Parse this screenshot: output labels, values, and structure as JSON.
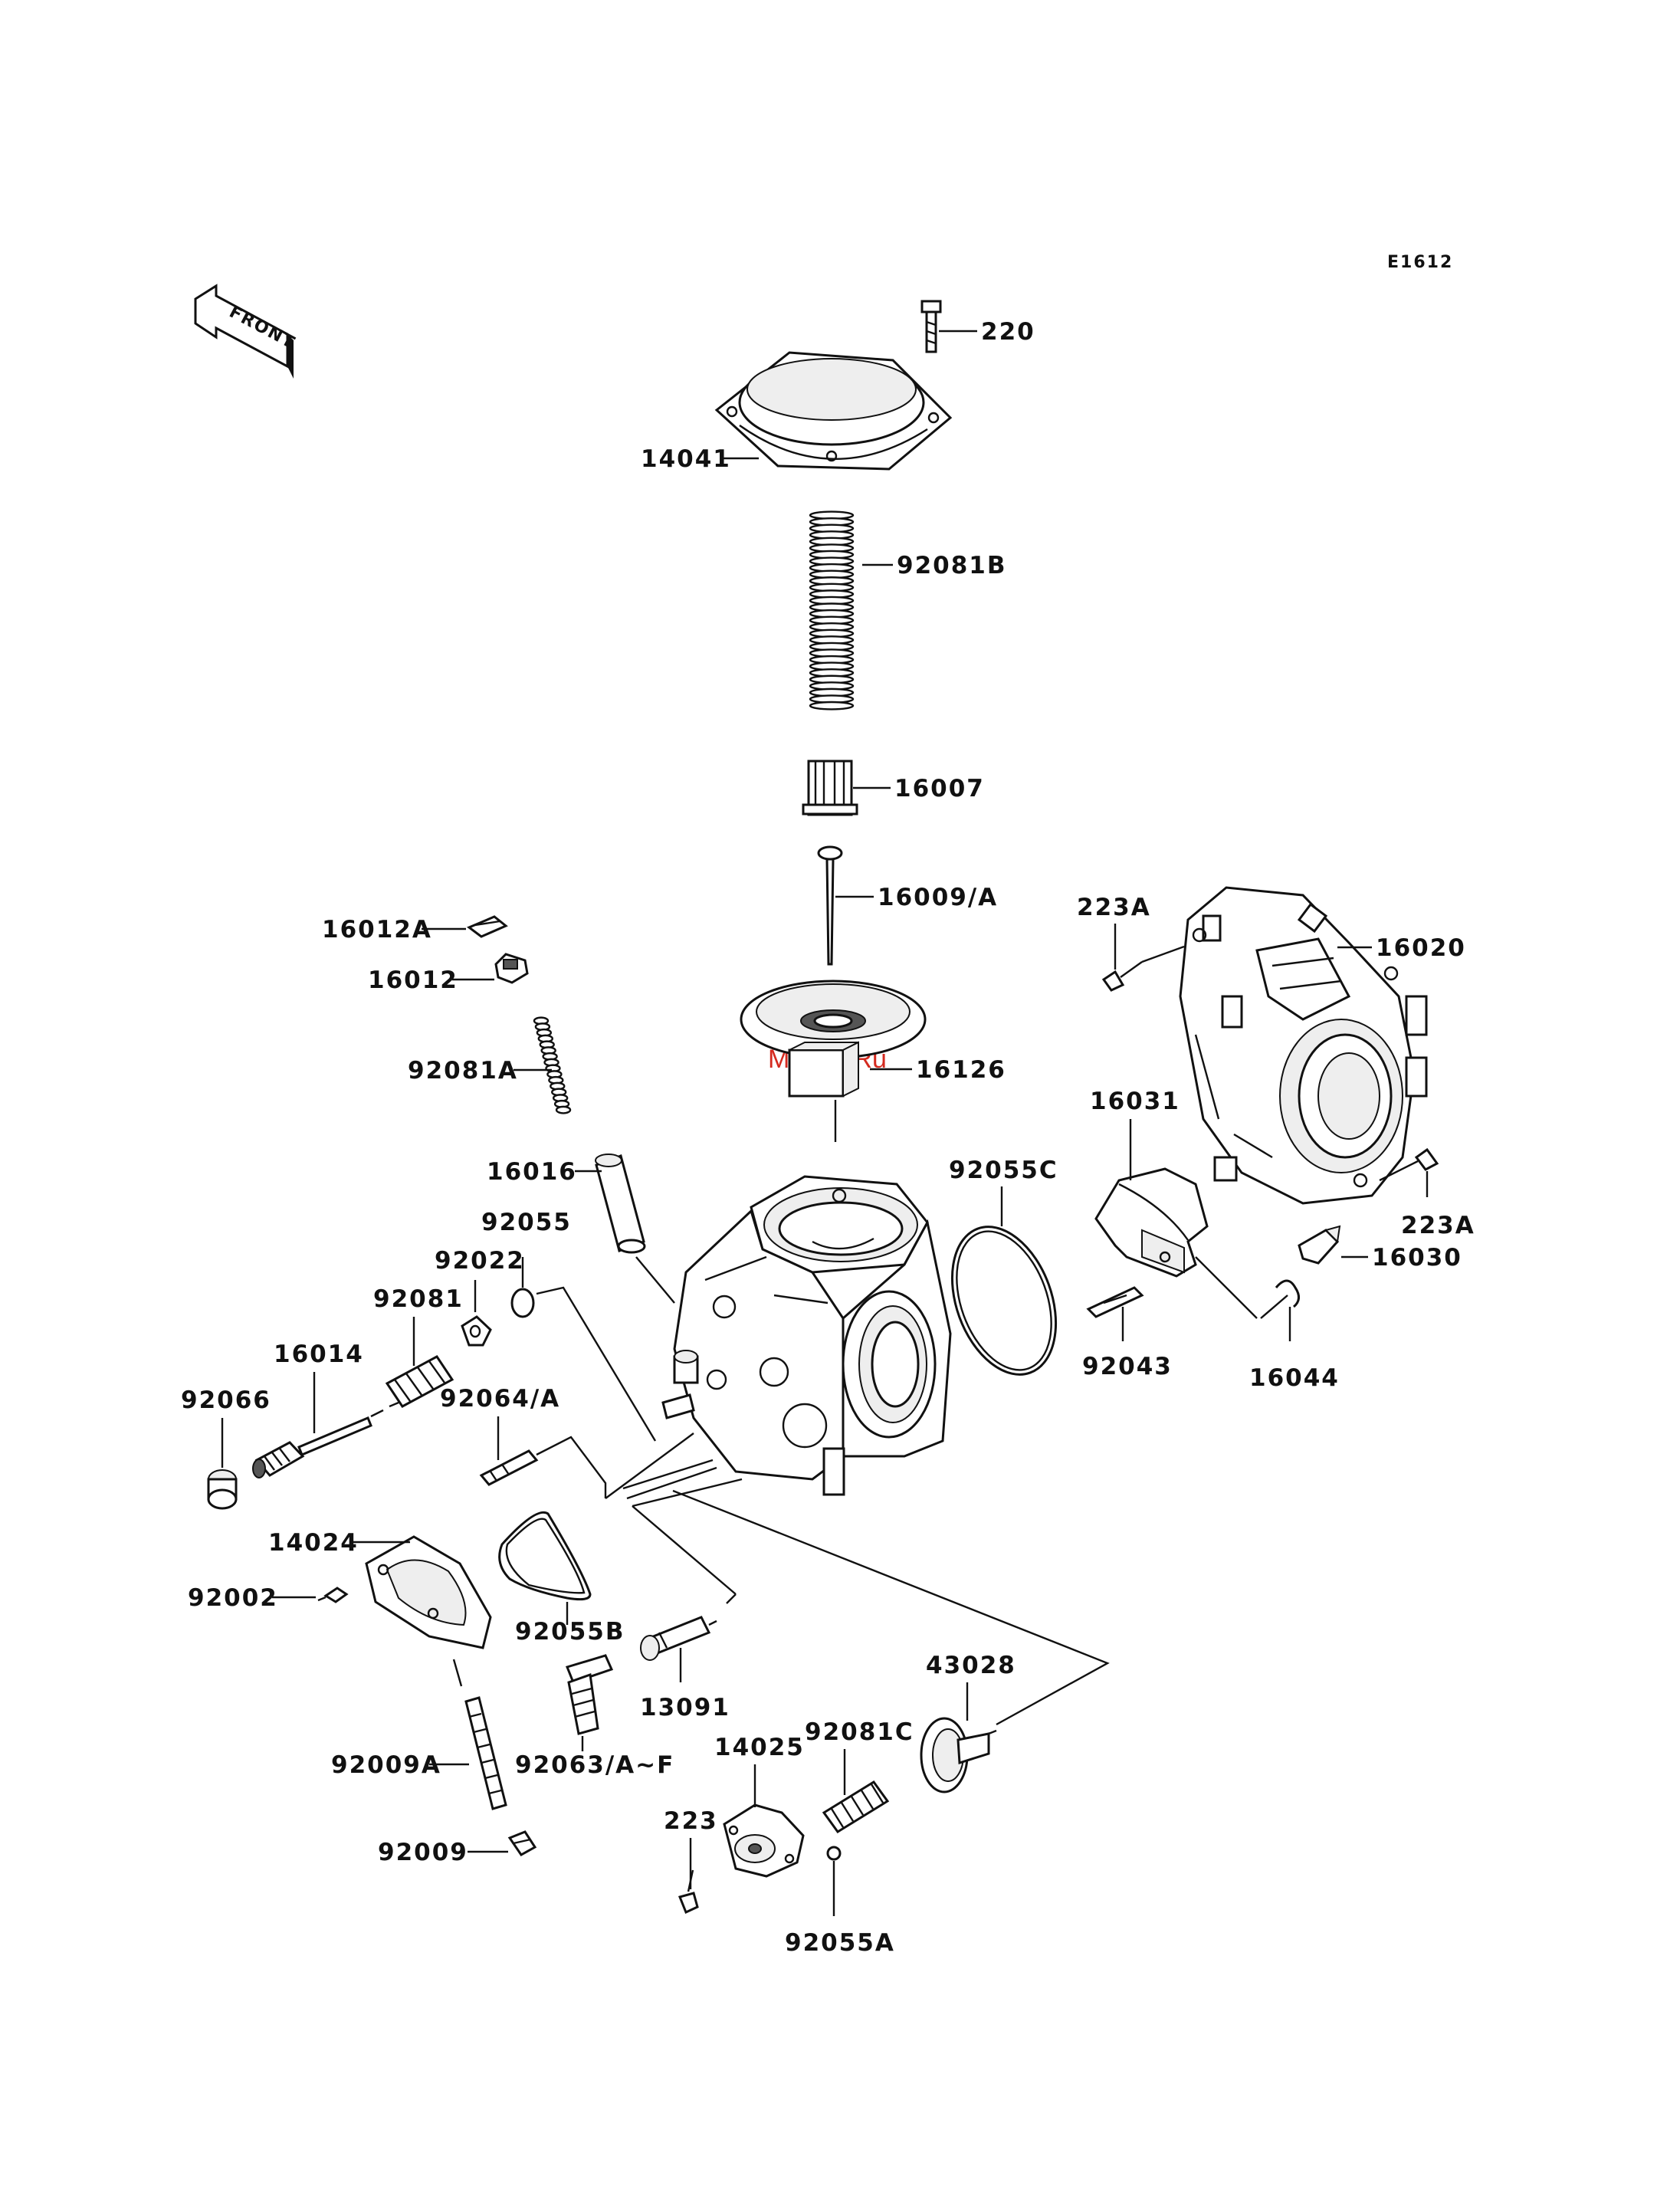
{
  "diagram": {
    "code": "E1612",
    "direction_label": "FRONT",
    "watermark": "McGrp.Ru",
    "parts": {
      "p220": "220",
      "p14041": "14041",
      "p92081B": "92081B",
      "p16007": "16007",
      "p16009A": "16009/A",
      "p16012A": "16012A",
      "p16012": "16012",
      "p92081A": "92081A",
      "p16126": "16126",
      "p16016": "16016",
      "p223A_top": "223A",
      "p16020": "16020",
      "p16031": "16031",
      "p92055C": "92055C",
      "p223A_bottom": "223A",
      "p16030": "16030",
      "p92043": "92043",
      "p16044": "16044",
      "p92055": "92055",
      "p92022": "92022",
      "p92081": "92081",
      "p16014": "16014",
      "p92066": "92066",
      "p92064A": "92064/A",
      "p14024": "14024",
      "p92002": "92002",
      "p92055B": "92055B",
      "p13091": "13091",
      "p43028": "43028",
      "p92081C": "92081C",
      "p14025": "14025",
      "p92009A": "92009A",
      "p92063AF": "92063/A~F",
      "p223": "223",
      "p92009": "92009",
      "p92055A": "92055A"
    }
  }
}
